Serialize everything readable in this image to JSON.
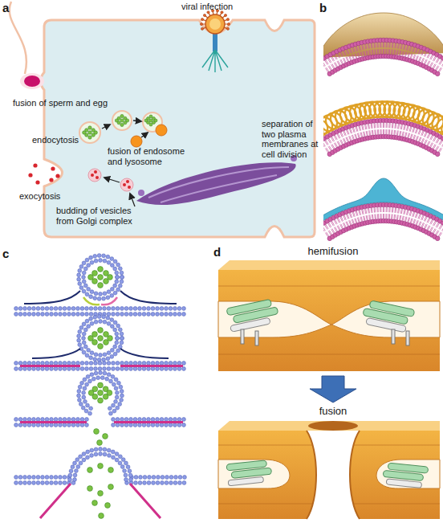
{
  "diagram": {
    "labels": [
      "a",
      "viral infection",
      "fusion of sperm and egg",
      "endocytosis",
      "fusion of endosome and lysosome",
      "separation of two plasma membranes at cell division",
      "exocytosis",
      "budding of vesicles from Golgi complex",
      "b",
      "c",
      "d",
      "hemifusion",
      "fusion"
    ]
  }
}
